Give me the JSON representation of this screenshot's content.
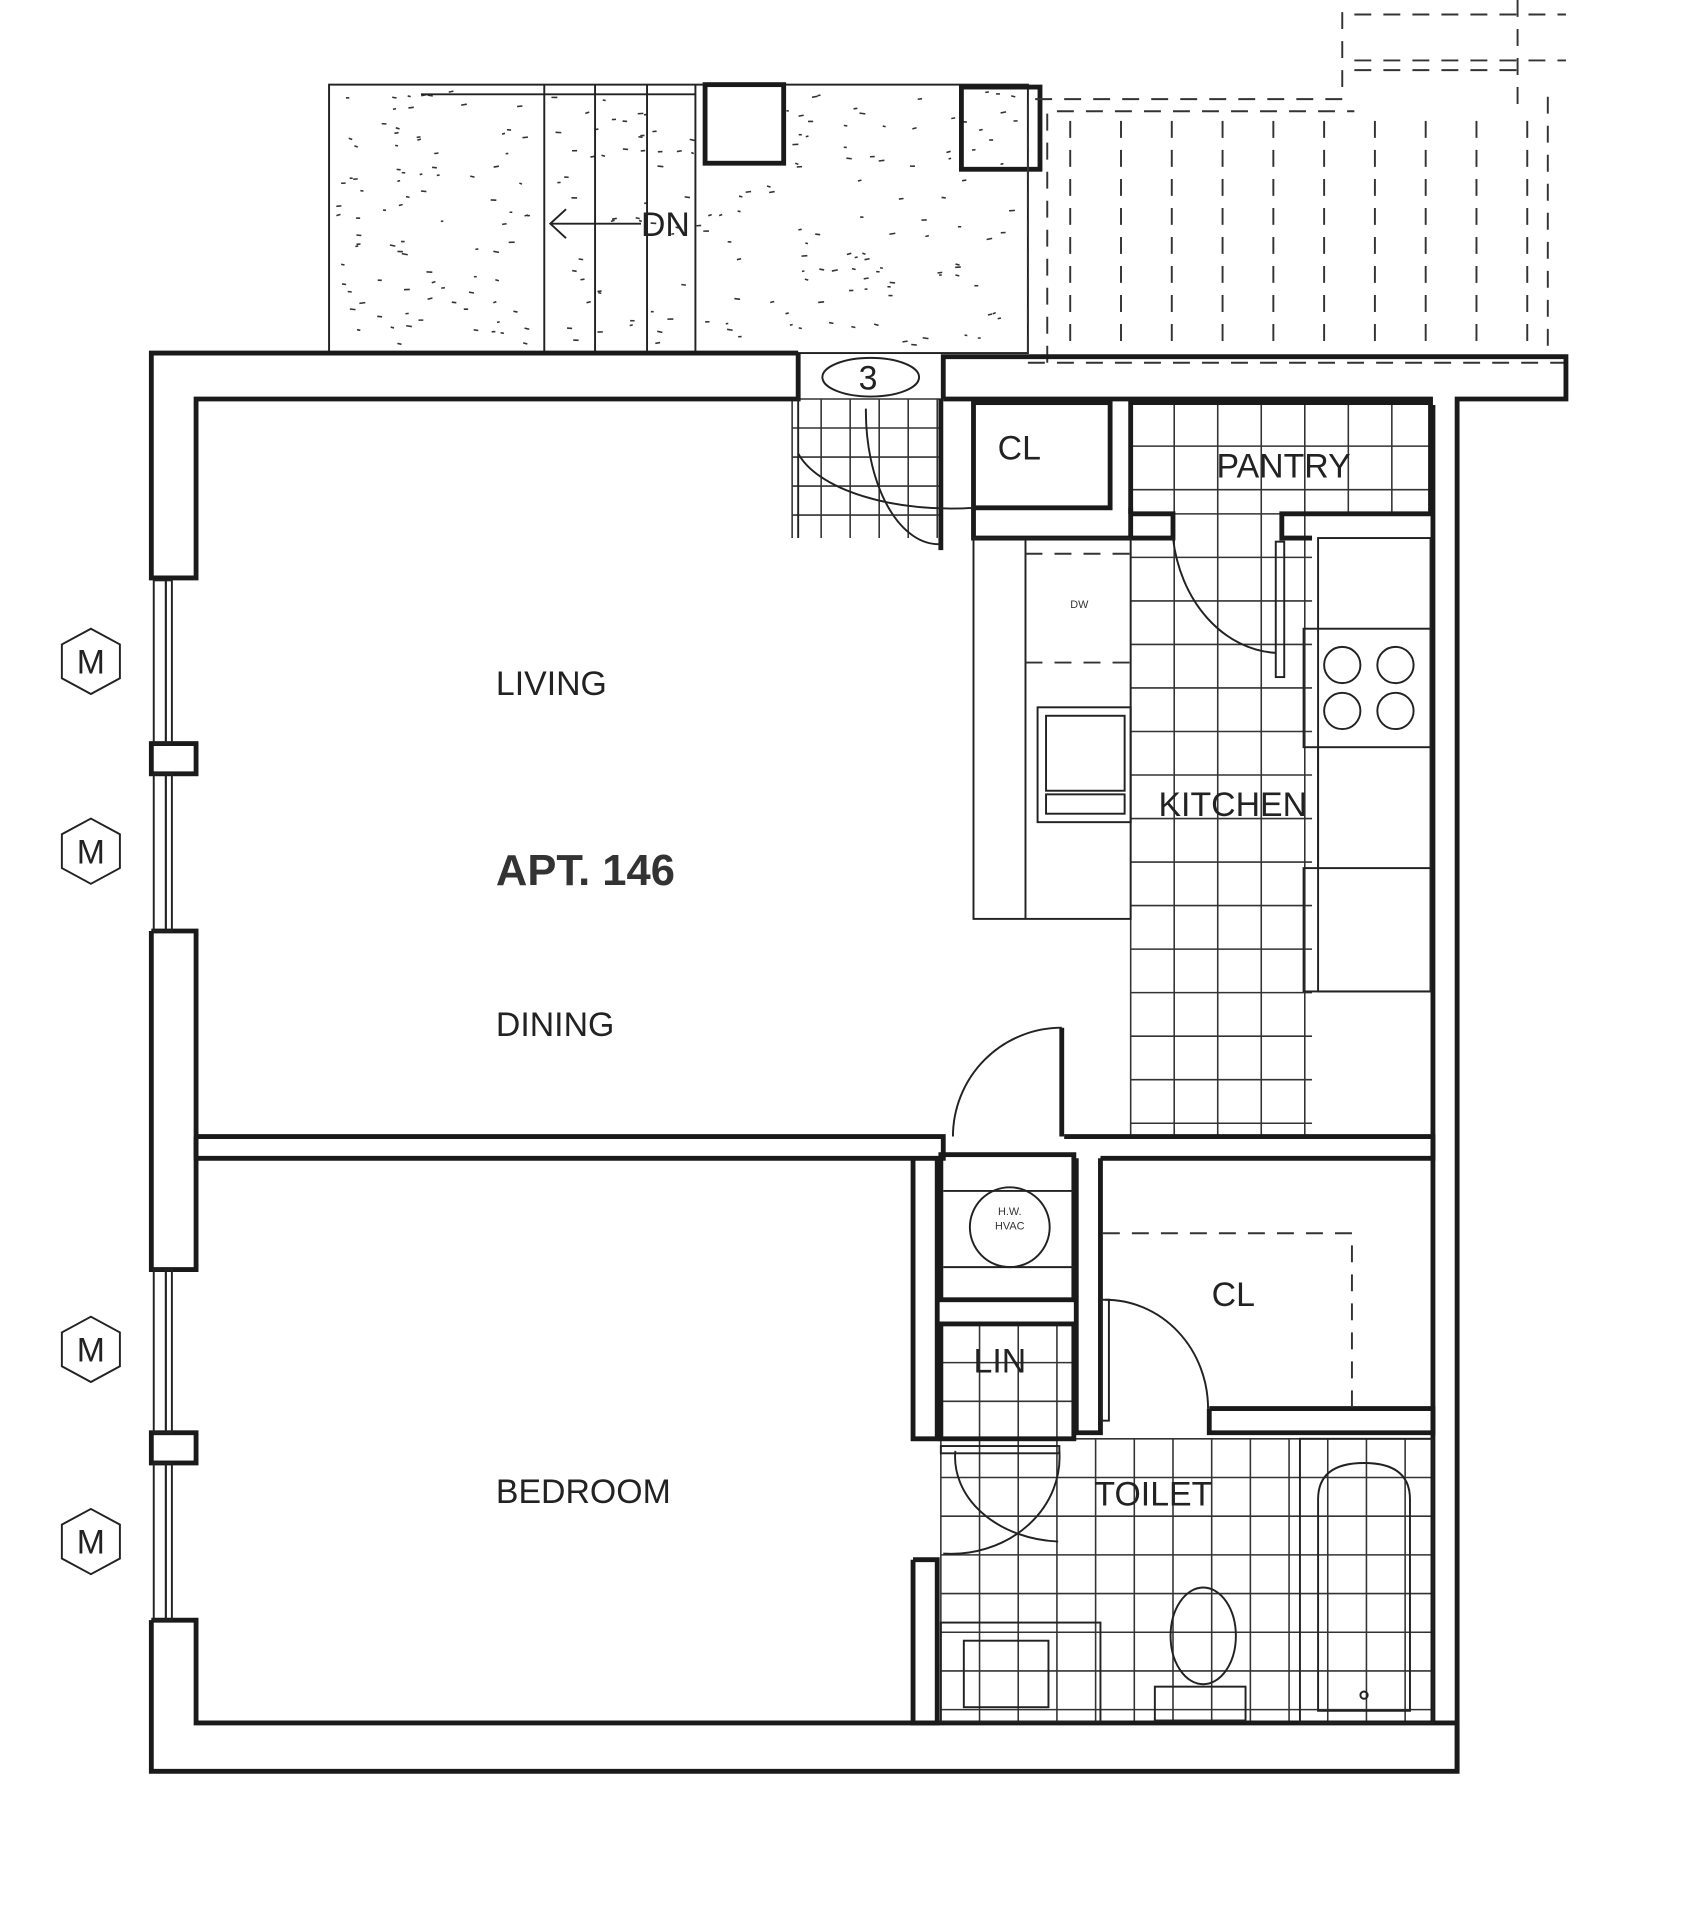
{
  "plan": {
    "apartment": "APT. 146",
    "stair_label": "DN",
    "entry_marker": "3",
    "rooms": {
      "living": "LIVING",
      "dining": "DINING",
      "kitchen": "KITCHEN",
      "pantry": "PANTRY",
      "entry_closet": "CL",
      "bedroom_closet": "CL",
      "linen": "LIN",
      "toilet": "TOILET",
      "bedroom": "BEDROOM"
    },
    "fixtures": {
      "dishwasher": "DW",
      "water_heater_line1": "H.W.",
      "water_heater_line2": "HVAC"
    },
    "window_markers": [
      "M",
      "M",
      "M",
      "M"
    ]
  }
}
